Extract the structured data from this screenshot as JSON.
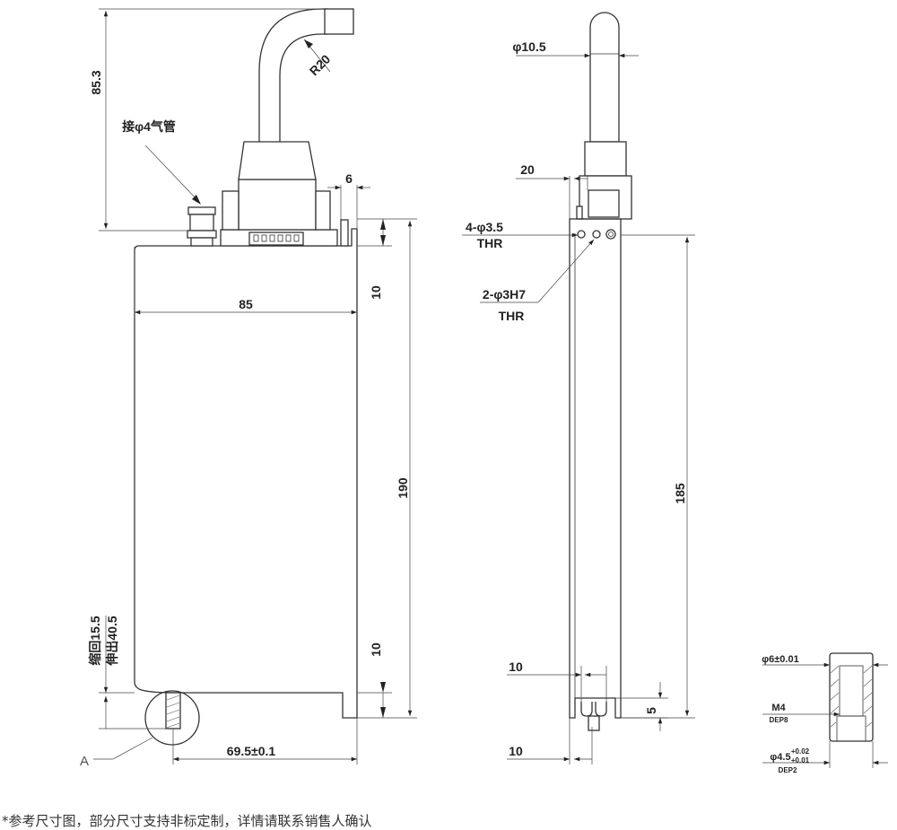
{
  "front_view": {
    "dim_height_top": "85.3",
    "dim_radius": "R20",
    "dim_width": "85",
    "dim_body_height": "190",
    "dim_top_offset": "10",
    "dim_bottom_offset": "10",
    "dim_bracket": "6",
    "dim_bottom_pos": "69.5±0.1",
    "dim_retract": "缩回15.5",
    "dim_extend": "伸出40.5",
    "air_fitting_label": "接φ4气管",
    "detail_ref": "A"
  },
  "side_view": {
    "dim_shaft_dia": "φ10.5",
    "dim_width_20": "20",
    "hole_label_1_line1": "4-φ3.5",
    "hole_label_1_line2": "THR",
    "hole_label_2_line1": "2-φ3H7",
    "hole_label_2_line2": "THR",
    "dim_height": "185",
    "dim_bottom_10a": "10",
    "dim_bottom_10b": "10",
    "dim_5": "5"
  },
  "detail_view": {
    "dim_outer": "φ6±0.01",
    "thread": "M4",
    "thread_depth": "DEP8",
    "dim_inner_base": "φ4.5",
    "tol_upper": "+0.02",
    "tol_lower": "+0.01",
    "inner_depth": "DEP2"
  },
  "footnote": "*参考尺寸图，部分尺寸支持非标定制，详情请联系销售人确认"
}
